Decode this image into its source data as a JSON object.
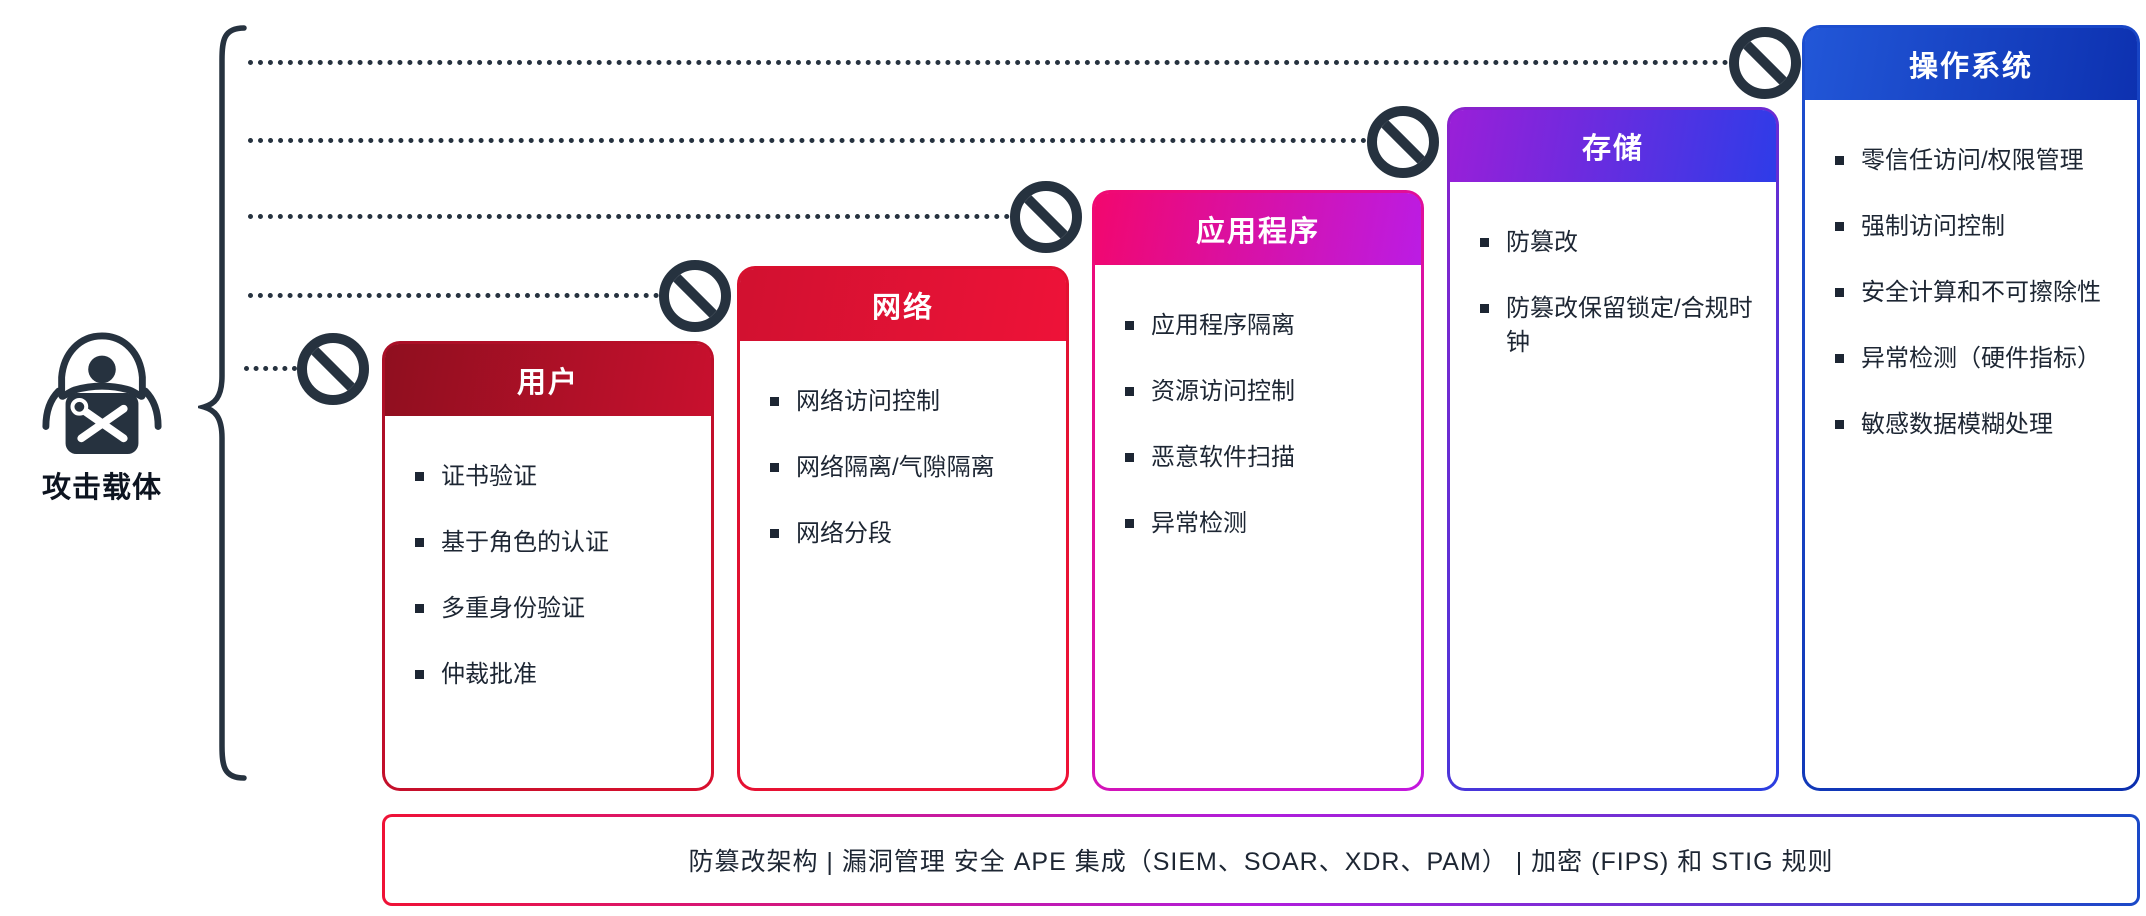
{
  "attacker": {
    "label": "攻击载体"
  },
  "colors": {
    "ink": "#1d2633",
    "line": "#26323f",
    "background": "#ffffff"
  },
  "cards": [
    {
      "title": "用户",
      "items": [
        "证书验证",
        "基于角色的认证",
        "多重身份验证",
        "仲裁批准"
      ],
      "colors": {
        "header_from": "#8f0f1f",
        "header_to": "#c8102e",
        "border_from": "#a90e26",
        "border_to": "#d8102e"
      }
    },
    {
      "title": "网络",
      "items": [
        "网络访问控制",
        "网络隔离/气隙隔离",
        "网络分段"
      ],
      "colors": {
        "header_from": "#d11130",
        "header_to": "#ee1238",
        "border_from": "#d8102e",
        "border_to": "#ef1236"
      }
    },
    {
      "title": "应用程序",
      "items": [
        "应用程序隔离",
        "资源访问控制",
        "恶意软件扫描",
        "异常检测"
      ],
      "colors": {
        "header_from": "#f2076e",
        "header_to": "#bb1ce4",
        "border_from": "#f00a72",
        "border_to": "#c318de"
      }
    },
    {
      "title": "存储",
      "items": [
        "防篡改",
        "防篡改保留锁定/合规时钟"
      ],
      "colors": {
        "header_from": "#9a1fd8",
        "header_to": "#2e3ce8",
        "border_from": "#8a22cc",
        "border_to": "#2b3fe0"
      }
    },
    {
      "title": "操作系统",
      "items": [
        "零信任访问/权限管理",
        "强制访问控制",
        "安全计算和不可擦除性",
        "异常检测（硬件指标）",
        "敏感数据模糊处理"
      ],
      "colors": {
        "header_from": "#2257d8",
        "header_to": "#0d31b0",
        "border_from": "#1d4fd0",
        "border_to": "#0c2fae"
      }
    }
  ],
  "footer": {
    "text": "防篡改架构 | 漏洞管理 安全 APE 集成（SIEM、SOAR、XDR、PAM） | 加密 (FIPS) 和 STIG 规则",
    "colors": {
      "border_from": "#ef1236",
      "border_mid": "#b11ddc",
      "border_to": "#1a49c8"
    }
  }
}
